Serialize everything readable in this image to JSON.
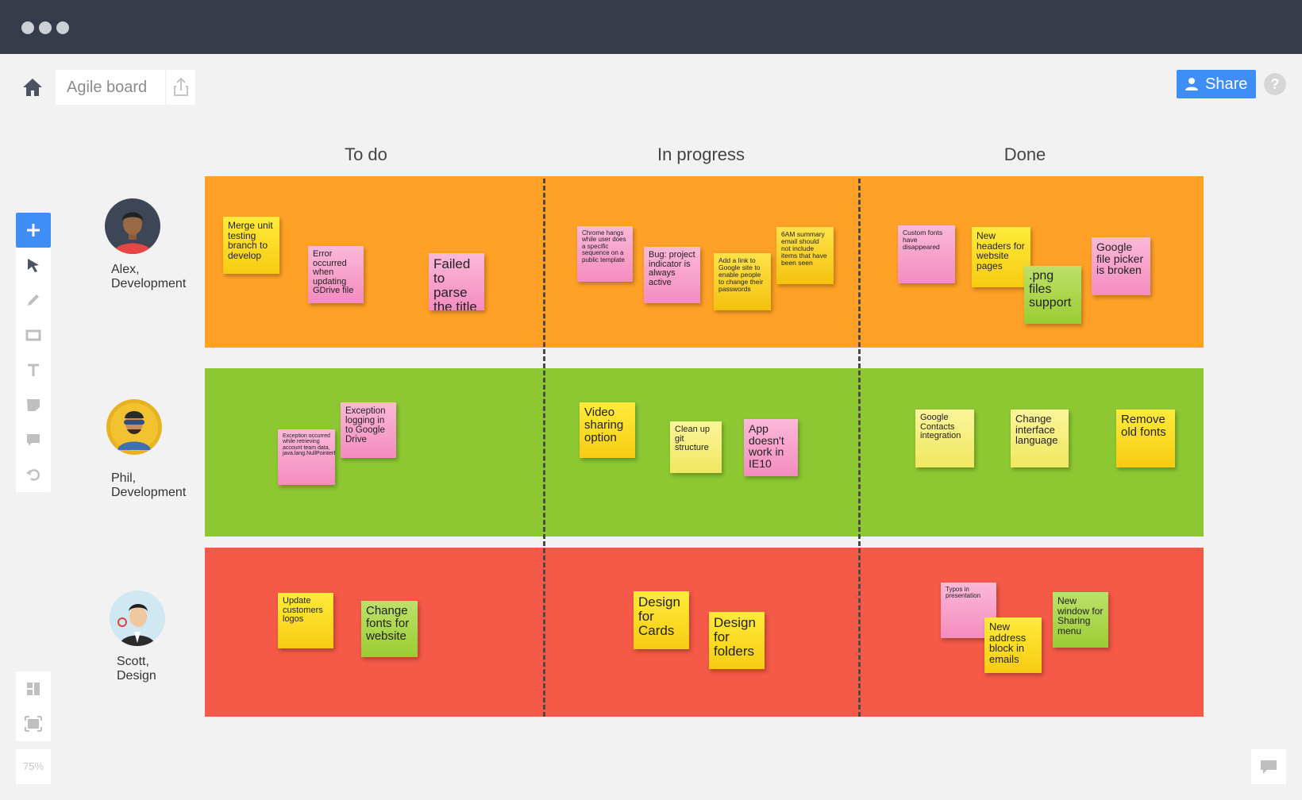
{
  "header": {
    "board_title": "Agile board",
    "share_label": "Share",
    "help_label": "?"
  },
  "zoom": "75%",
  "columns": [
    "To do",
    "In progress",
    "Done"
  ],
  "lanes": [
    {
      "name": "Alex,\nDevelopment",
      "color": "#ffa126"
    },
    {
      "name": "Phil,\nDevelopment",
      "color": "#8dc832"
    },
    {
      "name": "Scott,\nDesign",
      "color": "#f55947"
    }
  ],
  "notes": {
    "alex_todo": [
      "Merge unit testing branch to develop",
      "Error occurred when updating GDrive file",
      "Failed to parse the title"
    ],
    "alex_progress": [
      "Chrome hangs while user does a specific sequence on a public template",
      "Bug: project indicator is always active",
      "Add a link to Google site to enable people to change their passwords",
      "6AM summary email should not include items that have been seen"
    ],
    "alex_done": [
      "Custom fonts have disappeared",
      "New headers for website pages",
      ".png files support",
      "Google file picker is broken"
    ],
    "phil_todo": [
      "Exception occurred while retrieving account team data, java.lang.NullPointerException",
      "Exception logging in to Google Drive"
    ],
    "phil_progress": [
      "Video sharing option",
      "Clean up git structure",
      "App doesn't work in IE10"
    ],
    "phil_done": [
      "Google Contacts integration",
      "Change interface language",
      "Remove old fonts"
    ],
    "scott_todo": [
      "Update customers logos",
      "Change fonts for website"
    ],
    "scott_progress": [
      "Design for Cards",
      "Design for folders"
    ],
    "scott_done": [
      "Typos in presentation",
      "New address block in emails",
      "New window for Sharing menu"
    ]
  }
}
